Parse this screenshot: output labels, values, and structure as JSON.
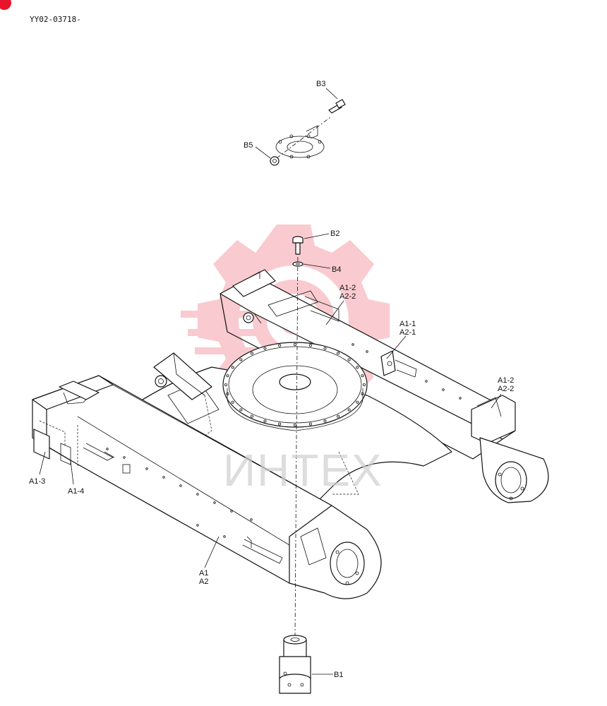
{
  "doc_id": "YY02-03718-",
  "watermark": {
    "text": "ИНТЕХ",
    "color": "#e8142b"
  },
  "labels": {
    "b1": "B1",
    "b2": "B2",
    "b3": "B3",
    "b4": "B4",
    "b5": "B5",
    "a1_1": "A1-1",
    "a2_1": "A2-1",
    "a1_2_top": "A1-2",
    "a2_2_top": "A2-2",
    "a1_2_right": "A1-2",
    "a2_2_right": "A2-2",
    "a1_3": "A1-3",
    "a1_4": "A1-4",
    "a1": "A1",
    "a2": "A2"
  }
}
